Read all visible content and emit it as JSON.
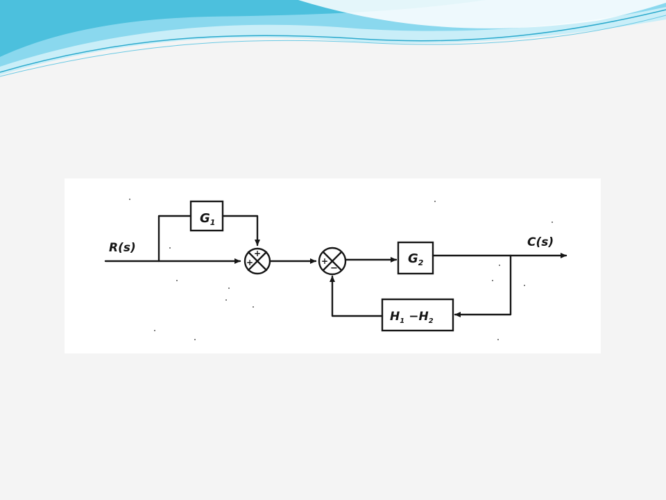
{
  "diagram": {
    "input_label": "R(s)",
    "output_label": "C(s)",
    "block_g1": {
      "main": "G",
      "sub": "1"
    },
    "block_g2": {
      "main": "G",
      "sub": "2"
    },
    "block_h": {
      "h1_main": "H",
      "h1_sub": "1",
      "op": "−",
      "h2_main": "H",
      "h2_sub": "2"
    },
    "sum1": {
      "top_sign": "+",
      "left_sign": "+"
    },
    "sum2": {
      "left_sign": "+",
      "bottom_sign": "−"
    }
  },
  "colors": {
    "background": "#f4f4f4",
    "panel": "#ffffff",
    "ink": "#151515",
    "wave_light": "#bfe9f5",
    "wave_mid": "#7fd2ea",
    "wave_dark": "#2fb3d3"
  }
}
